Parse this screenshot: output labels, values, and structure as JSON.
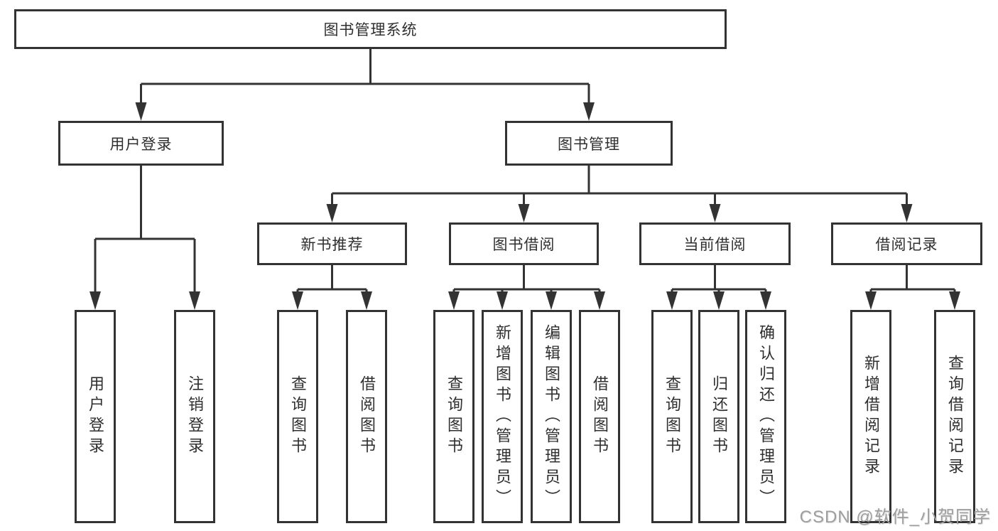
{
  "tree": {
    "root": {
      "label": "图书管理系统",
      "children": [
        {
          "label": "用户登录",
          "children": [
            {
              "label": "用户登录"
            },
            {
              "label": "注销登录"
            }
          ]
        },
        {
          "label": "图书管理",
          "children": [
            {
              "label": "新书推荐",
              "children": [
                {
                  "label": "查询图书"
                },
                {
                  "label": "借阅图书"
                }
              ]
            },
            {
              "label": "图书借阅",
              "children": [
                {
                  "label": "查询图书"
                },
                {
                  "label": "新增图书（管理员）"
                },
                {
                  "label": "编辑图书（管理员）"
                },
                {
                  "label": "借阅图书"
                }
              ]
            },
            {
              "label": "当前借阅",
              "children": [
                {
                  "label": "查询图书"
                },
                {
                  "label": "归还图书"
                },
                {
                  "label": "确认归还（管理员）"
                }
              ]
            },
            {
              "label": "借阅记录",
              "children": [
                {
                  "label": "新增借阅记录"
                },
                {
                  "label": "查询借阅记录"
                }
              ]
            }
          ]
        }
      ]
    }
  },
  "watermark": {
    "text": "CSDN @软件_小贺同学"
  },
  "colors": {
    "line": "#333333",
    "text": "#2f2f2f",
    "watermark": "#9e9e9e",
    "background": "#ffffff"
  }
}
